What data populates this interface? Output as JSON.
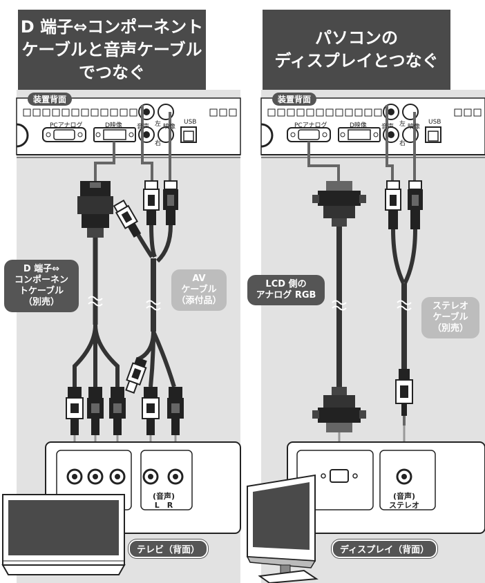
{
  "left": {
    "title_lines": [
      "D 端子⇔コンポーネント",
      "ケーブルと音声ケーブル",
      "でつなぐ"
    ],
    "device_label": "装置背面",
    "port_labels": [
      "PCアナログ",
      "D映像",
      "音声",
      "左",
      "右",
      "映像",
      "USB"
    ],
    "d_cable_label": [
      "D 端子⇔",
      "コンポーネン",
      "トケーブル",
      "（別売）"
    ],
    "av_cable_label": [
      "AV",
      "ケーブル",
      "（添付品）"
    ],
    "audio_text": [
      "(音声)",
      "L　R"
    ],
    "tv_label": "テレビ（背面）"
  },
  "right": {
    "title_lines": [
      "パソコンの",
      "ディスプレイとつなぐ"
    ],
    "device_label": "装置背面",
    "port_labels": [
      "PCアナログ",
      "D映像",
      "音声",
      "左",
      "右",
      "映像",
      "USB"
    ],
    "rgb_cable_label": [
      "LCD 側の",
      "アナログ RGB"
    ],
    "stereo_cable_label": [
      "ステレオ",
      "ケーブル",
      "（別売）"
    ],
    "audio_text": [
      "(音声)",
      "ステレオ"
    ],
    "display_label": "ディスプレイ（背面）"
  }
}
